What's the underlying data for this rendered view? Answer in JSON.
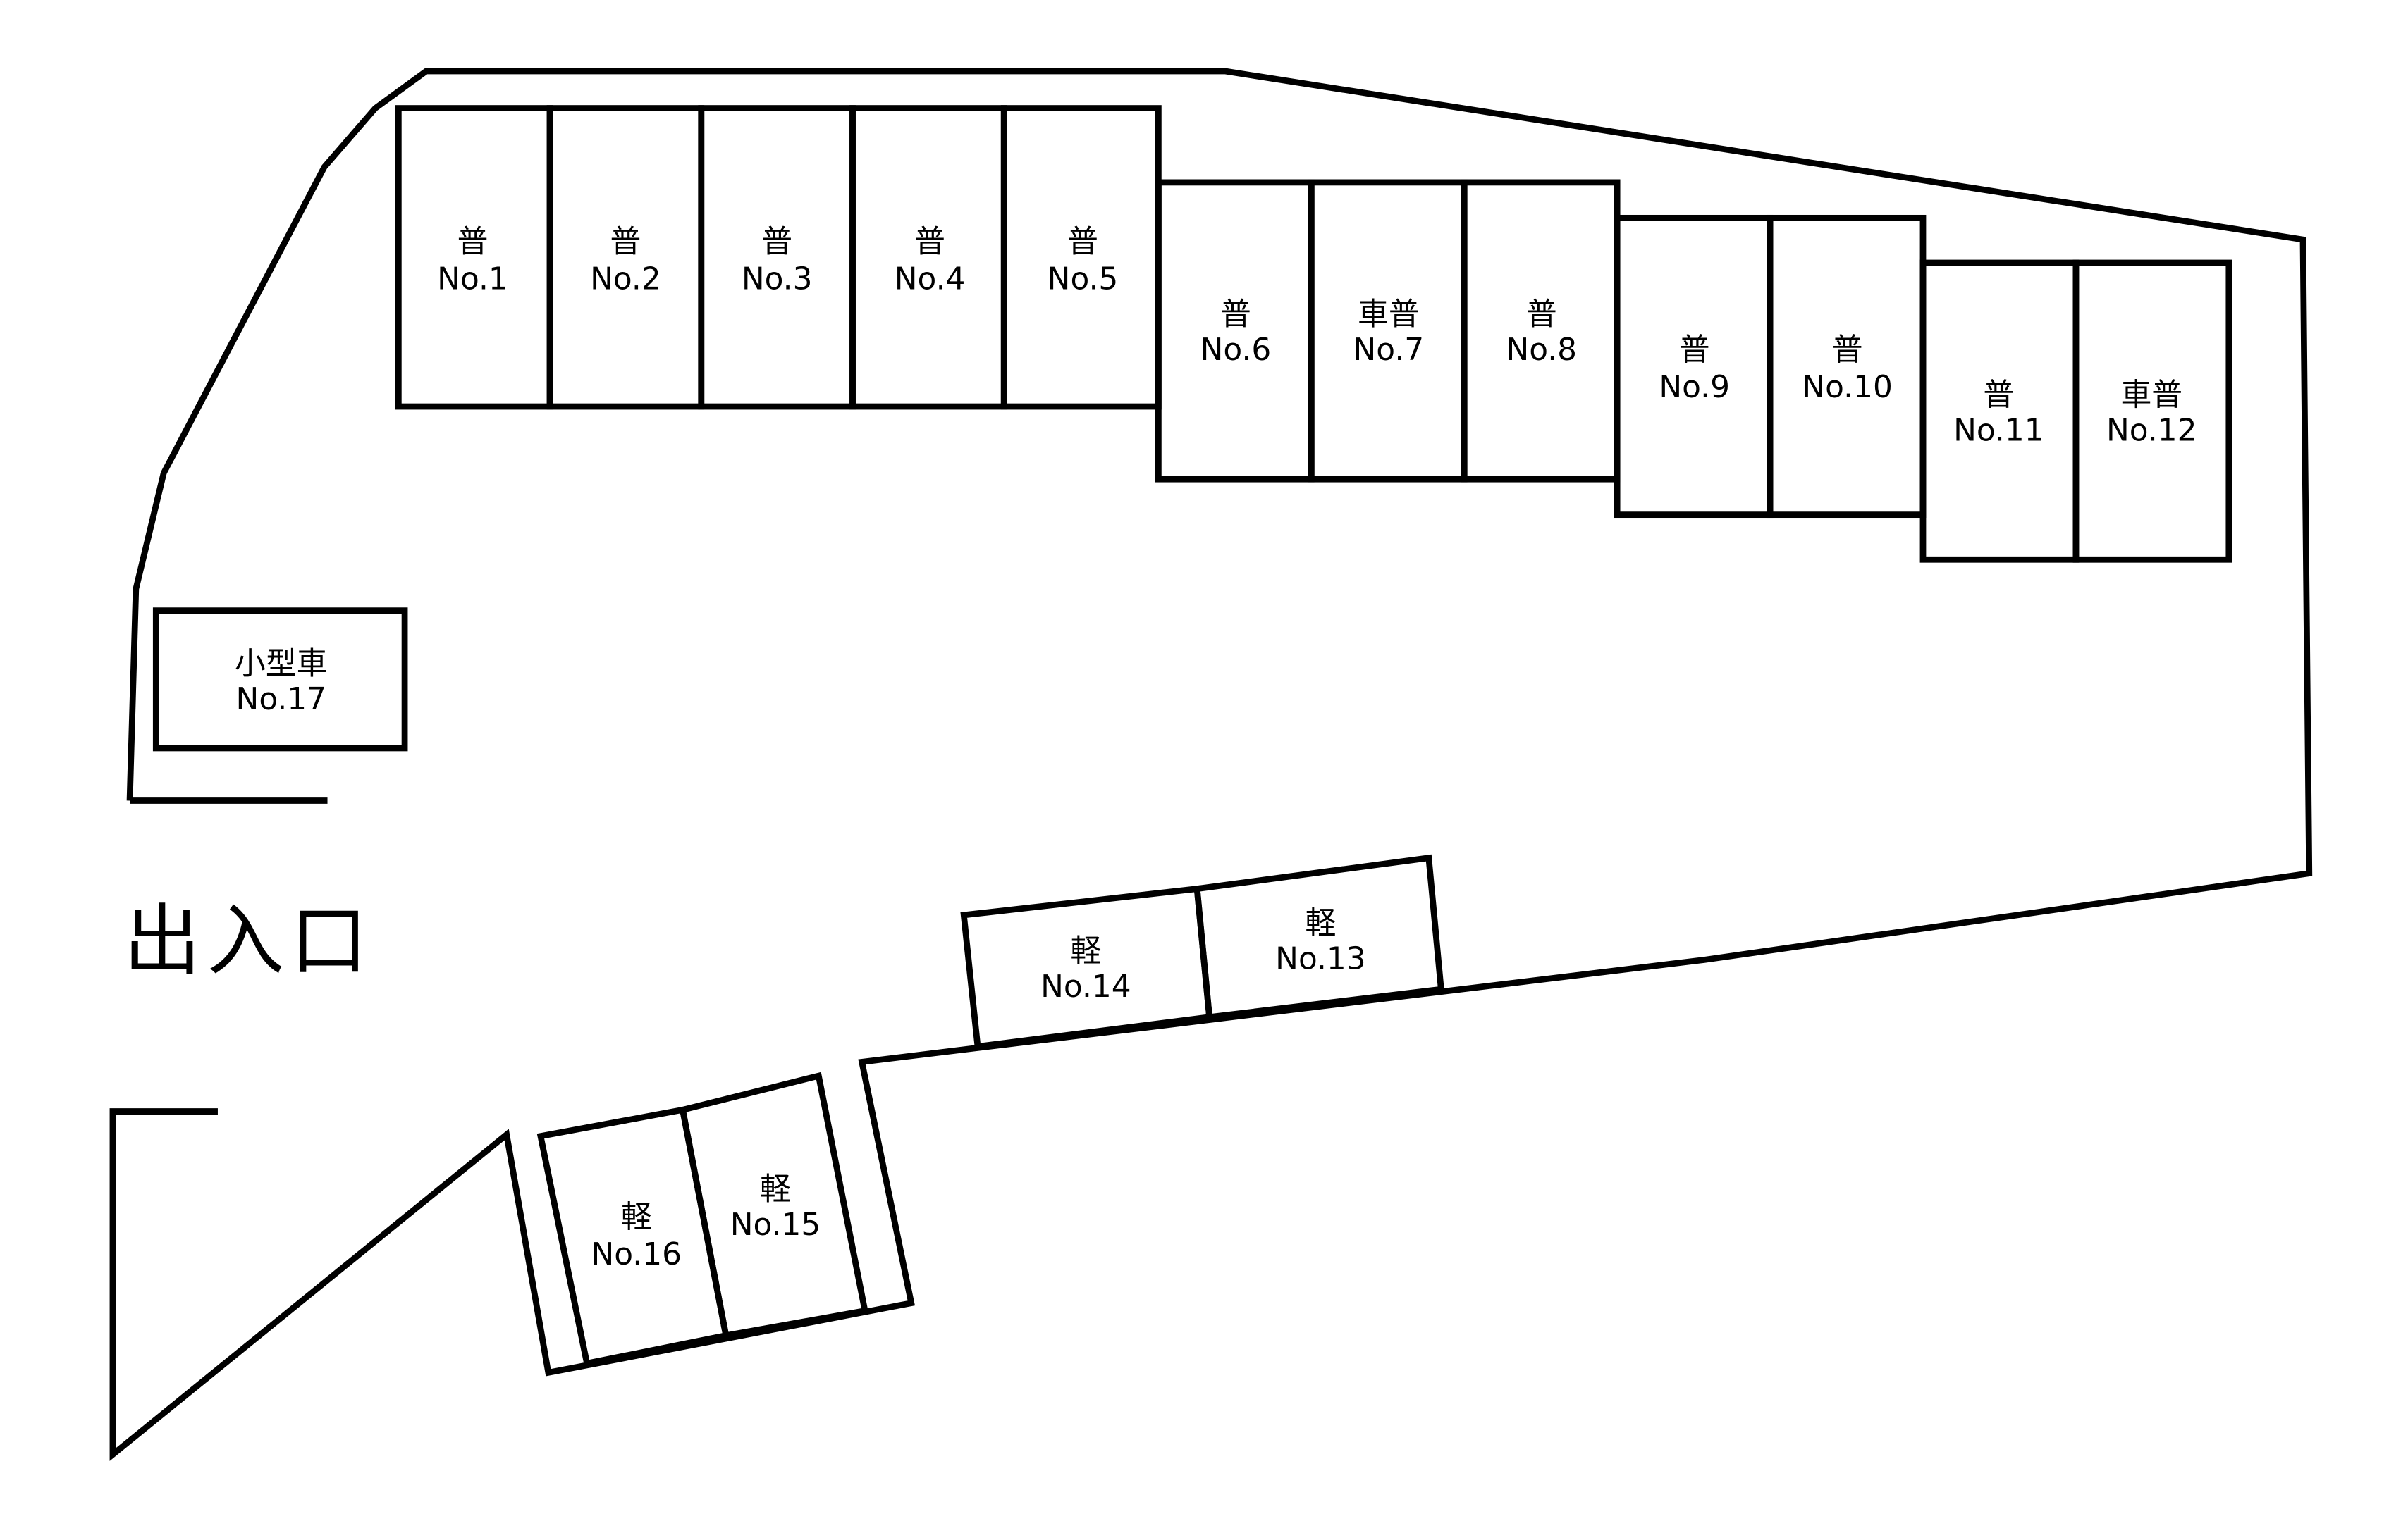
{
  "colors": {
    "line": "#000000",
    "background": "#ffffff"
  },
  "entrance": {
    "label": "出入口"
  },
  "stalls": [
    {
      "type": "普",
      "number": "No.1"
    },
    {
      "type": "普",
      "number": "No.2"
    },
    {
      "type": "普",
      "number": "No.3"
    },
    {
      "type": "普",
      "number": "No.4"
    },
    {
      "type": "普",
      "number": "No.5"
    },
    {
      "type": "普",
      "number": "No.6"
    },
    {
      "type": "車普",
      "number": "No.7"
    },
    {
      "type": "普",
      "number": "No.8"
    },
    {
      "type": "普",
      "number": "No.9"
    },
    {
      "type": "普",
      "number": "No.10"
    },
    {
      "type": "普",
      "number": "No.11"
    },
    {
      "type": "車普",
      "number": "No.12"
    },
    {
      "type": "軽",
      "number": "No.13"
    },
    {
      "type": "軽",
      "number": "No.14"
    },
    {
      "type": "軽",
      "number": "No.15"
    },
    {
      "type": "軽",
      "number": "No.16"
    },
    {
      "type": "小型車",
      "number": "No.17"
    }
  ]
}
